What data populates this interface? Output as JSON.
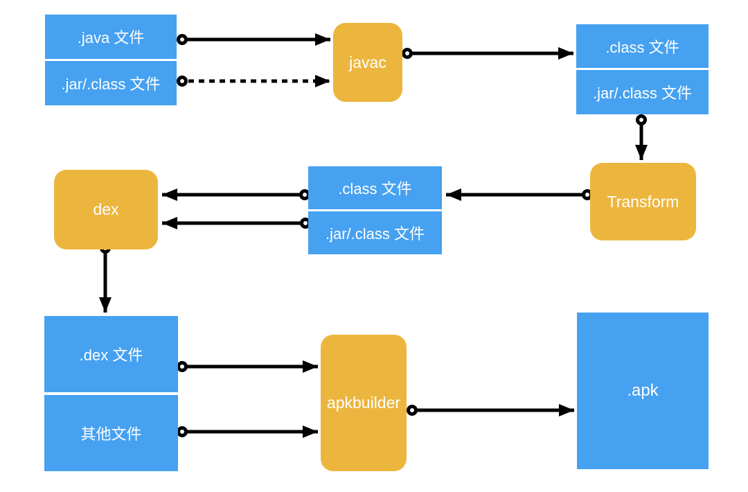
{
  "diagram": {
    "description": "Android APK build pipeline flow diagram",
    "nodes": {
      "java_files": ".java 文件",
      "jar_class_files_top": ".jar/.class 文件",
      "javac": "javac",
      "class_files_top_right": ".class 文件",
      "jar_class_files_top_right": ".jar/.class 文件",
      "transform": "Transform",
      "class_files_mid": ".class 文件",
      "jar_class_files_mid": ".jar/.class 文件",
      "dex": "dex",
      "dex_files": ".dex 文件",
      "other_files": "其他文件",
      "apkbuilder": "apkbuilder",
      "apk": ".apk"
    },
    "edges": [
      {
        "from": "java-files",
        "to": "javac",
        "style": "solid"
      },
      {
        "from": "jar-class-files-top",
        "to": "javac",
        "style": "dashed"
      },
      {
        "from": "javac",
        "to": "class-files-top-right",
        "style": "solid"
      },
      {
        "from": "jar-class-files-top-right",
        "to": "transform",
        "style": "solid"
      },
      {
        "from": "transform",
        "to": "class-files-mid",
        "style": "solid"
      },
      {
        "from": "class-files-mid",
        "to": "dex",
        "style": "solid"
      },
      {
        "from": "jar-class-files-mid",
        "to": "dex",
        "style": "solid"
      },
      {
        "from": "dex",
        "to": "dex-files",
        "style": "solid"
      },
      {
        "from": "dex-files",
        "to": "apkbuilder",
        "style": "solid"
      },
      {
        "from": "other-files",
        "to": "apkbuilder",
        "style": "solid"
      },
      {
        "from": "apkbuilder",
        "to": "apk",
        "style": "solid"
      }
    ],
    "colors": {
      "box-blue": "#46A1F0",
      "box-orange": "#ECB63E",
      "arrow": "#000000",
      "label-text": "#FFFFFF",
      "bg": "#FFFFFF"
    }
  }
}
